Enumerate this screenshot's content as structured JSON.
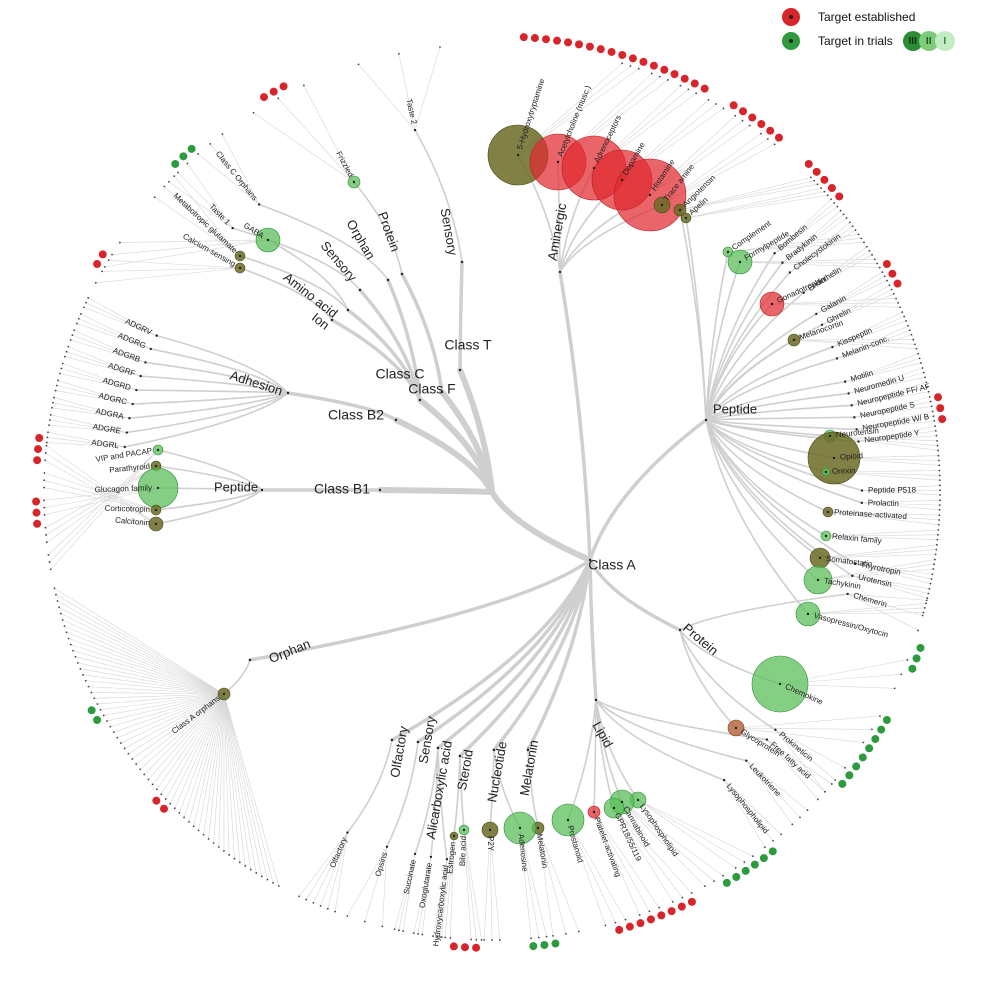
{
  "legend": {
    "established_label": "Target established",
    "trials_label": "Target in trials",
    "phases": [
      "III",
      "II",
      "I"
    ],
    "colors": {
      "established": "#d7262b",
      "trials": "#2e9a3f",
      "phase_III": "#2e8c36",
      "phase_II": "#7ccc7c",
      "phase_I": "#c4ecc4"
    }
  },
  "tree": {
    "classes": [
      {
        "label": "Class A",
        "families": [
          {
            "label": "Aminergic",
            "subfamilies": [
              "5-Hydroxytryptamine",
              "Acetylcholine (musc.)",
              "Adrenoceptors",
              "Dopamine",
              "Histamine",
              "Trace amine"
            ]
          },
          {
            "label": "Peptide",
            "subfamilies": [
              "Angiotensin",
              "Apelin",
              "Bombesin",
              "Bradykinin",
              "Cholecystokinin",
              "Complement",
              "Endothelin",
              "Formylpeptide",
              "Galanin",
              "Ghrelin",
              "Gonadotrophin",
              "Kisspeptin",
              "Melanin-conc.",
              "Melanocortin",
              "Motilin",
              "Neuromedin U",
              "Neuropeptide FF/ AF",
              "Neuropeptide S",
              "Neuropeptide W/ B",
              "Neuropeptide Y",
              "Neurotensin",
              "Opioid",
              "Orexin",
              "Peptide P518",
              "Prolactin",
              "Proteinase-activated",
              "Relaxin family",
              "Somatostatin",
              "Tachykinin",
              "Thyrotropin",
              "Urotensin",
              "Vasopressin/Oxytocin"
            ]
          },
          {
            "label": "Protein",
            "subfamilies": [
              "Chemerin",
              "Chemokine",
              "Glycoprotein",
              "Prokineticin"
            ]
          },
          {
            "label": "Lipid",
            "subfamilies": [
              "Free fatty acid",
              "Leukotriene",
              "Lysophospholipid",
              "Lysophospholipid",
              "Cannabinoid",
              "GPR18/55/119",
              "Platelet-activating",
              "Prostanoid"
            ]
          },
          {
            "label": "Melatonin",
            "subfamilies": [
              "Melatonin"
            ]
          },
          {
            "label": "Nucleotide",
            "subfamilies": [
              "Adenosine",
              "P2Y"
            ]
          },
          {
            "label": "Steroid",
            "subfamilies": [
              "Bile acid",
              "Estrogen"
            ]
          },
          {
            "label": "Alicarboxylic acid",
            "subfamilies": [
              "Hydroxycarboxylic acid",
              "Oxoglutarate",
              "Succinate"
            ]
          },
          {
            "label": "Sensory",
            "subfamilies": [
              "Opsins"
            ]
          },
          {
            "label": "Olfactory",
            "subfamilies": [
              "Olfactory"
            ]
          },
          {
            "label": "Orphan",
            "subfamilies": [
              "Class A orphans"
            ]
          }
        ]
      },
      {
        "label": "Class B1",
        "families": [
          {
            "label": "Peptide",
            "subfamilies": [
              "VIP and PACAP",
              "Parathyroid",
              "Glucagon family",
              "Corticotropin",
              "Calcitonin"
            ]
          }
        ]
      },
      {
        "label": "Class B2",
        "families": [
          {
            "label": "Adhesion",
            "subfamilies": [
              "ADGRL",
              "ADGRE",
              "ADGRA",
              "ADGRC",
              "ADGRD",
              "ADGRF",
              "ADGRB",
              "ADGRG",
              "ADGRV"
            ]
          }
        ]
      },
      {
        "label": "Class C",
        "families": [
          {
            "label": "Ion",
            "subfamilies": [
              "Calcium-sensing"
            ]
          },
          {
            "label": "Amino acid",
            "subfamilies": [
              "GABA",
              "Metabotropic glutamate"
            ]
          },
          {
            "label": "Sensory",
            "subfamilies": [
              "Taste 1"
            ]
          },
          {
            "label": "Orphan",
            "subfamilies": [
              "Class C Orphans"
            ]
          }
        ]
      },
      {
        "label": "Class F",
        "families": [
          {
            "label": "Protein",
            "subfamilies": [
              "Frizzled"
            ]
          }
        ]
      },
      {
        "label": "Class T",
        "families": [
          {
            "label": "Sensory",
            "subfamilies": [
              "Taste 2"
            ]
          }
        ]
      }
    ]
  }
}
